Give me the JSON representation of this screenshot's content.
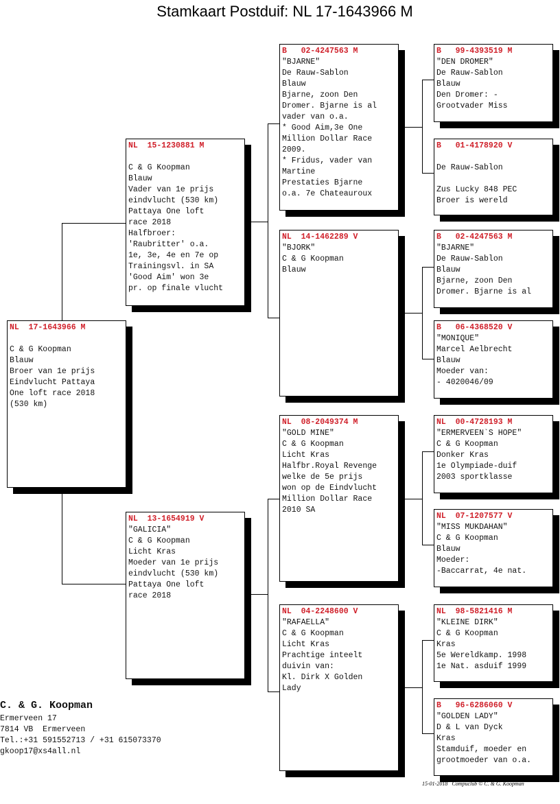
{
  "title": "Stamkaart Postduif: NL  17-1643966 M",
  "boxes": [
    {
      "id": "subject",
      "header": "NL  17-1643966 M",
      "lines": [
        "",
        "C & G Koopman",
        "Blauw",
        "Broer van 1e prijs",
        "Eindvlucht Pattaya",
        "One loft race 2018",
        "(530 km)"
      ]
    },
    {
      "id": "sire",
      "header": "NL  15-1230881 M",
      "lines": [
        "",
        "C & G Koopman",
        "Blauw",
        "Vader van 1e prijs",
        "eindvlucht (530 km)",
        "Pattaya One loft",
        "race 2018",
        "Halfbroer:",
        "'Raubritter' o.a.",
        "1e, 3e, 4e en 7e op",
        "Trainingsvl. in SA",
        "'Good Aim' won 3e",
        "pr. op finale vlucht"
      ]
    },
    {
      "id": "dam",
      "header": "NL  13-1654919 V",
      "lines": [
        "\"GALICIA\"",
        "C & G Koopman",
        "Licht Kras",
        "Moeder van 1e prijs",
        "eindvlucht (530 km)",
        "Pattaya One loft",
        "race 2018"
      ]
    },
    {
      "id": "sire-sire",
      "header": "B   02-4247563 M",
      "lines": [
        "\"BJARNE\"",
        "De Rauw-Sablon",
        "Blauw",
        "Bjarne, zoon Den",
        "Dromer. Bjarne is al",
        "vader van o.a.",
        "* Good Aim,3e One",
        "Million Dollar Race",
        "2009.",
        "* Fridus, vader van",
        "Martine",
        "Prestaties Bjarne",
        "o.a. 7e Chateauroux"
      ]
    },
    {
      "id": "sire-dam",
      "header": "NL  14-1462289 V",
      "lines": [
        "\"BJORK\"",
        "C & G Koopman",
        "Blauw"
      ]
    },
    {
      "id": "dam-sire",
      "header": "NL  08-2049374 M",
      "lines": [
        "\"GOLD MINE\"",
        "C & G Koopman",
        "Licht Kras",
        "Halfbr.Royal Revenge",
        "welke de 5e prijs",
        "won op de Eindvlucht",
        "Million Dollar Race",
        "2010 SA"
      ]
    },
    {
      "id": "dam-dam",
      "header": "NL  04-2248600 V",
      "lines": [
        "\"RAFAELLA\"",
        "C & G Koopman",
        "Licht Kras",
        "Prachtige inteelt",
        "duivin van:",
        "Kl. Dirk X Golden",
        "Lady"
      ]
    },
    {
      "id": "ss-sire",
      "header": "B   99-4393519 M",
      "lines": [
        "\"DEN DROMER\"",
        "De Rauw-Sablon",
        "Blauw",
        "Den Dromer: -",
        "Grootvader Miss"
      ]
    },
    {
      "id": "ss-dam",
      "header": "B   01-4178920 V",
      "lines": [
        "",
        "De Rauw-Sablon",
        "",
        "Zus Lucky 848 PEC",
        "Broer is wereld"
      ]
    },
    {
      "id": "sd-sire",
      "header": "B   02-4247563 M",
      "lines": [
        "\"BJARNE\"",
        "De Rauw-Sablon",
        "Blauw",
        "Bjarne, zoon Den",
        "Dromer. Bjarne is al"
      ]
    },
    {
      "id": "sd-dam",
      "header": "B   06-4368520 V",
      "lines": [
        "\"MONIQUE\"",
        "Marcel Aelbrecht",
        "Blauw",
        "Moeder van:",
        "- 4020046/09"
      ]
    },
    {
      "id": "ds-sire",
      "header": "NL  00-4728193 M",
      "lines": [
        "\"ERMERVEEN`S HOPE\"",
        "C & G Koopman",
        "Donker Kras",
        "1e Olympiade-duif",
        "2003 sportklasse"
      ]
    },
    {
      "id": "ds-dam",
      "header": "NL  07-1207577 V",
      "lines": [
        "\"MISS MUKDAHAN\"",
        "C & G Koopman",
        "Blauw",
        "Moeder:",
        "-Baccarrat, 4e nat."
      ]
    },
    {
      "id": "dd-sire",
      "header": "NL  98-5821416 M",
      "lines": [
        "\"KLEINE DIRK\"",
        "C & G Koopman",
        "Kras",
        "5e Wereldkamp. 1998",
        "1e Nat. asduif 1999"
      ]
    },
    {
      "id": "dd-dam",
      "header": "B   96-6286060 V",
      "lines": [
        "\"GOLDEN LADY\"",
        "D & L van Dyck",
        "Kras",
        "Stamduif, moeder en",
        "grootmoeder van o.a."
      ]
    }
  ],
  "owner": {
    "name": "C. & G. Koopman",
    "address": "Ermerveen 17",
    "city": "7814 VB  Ermerveen",
    "phone": "Tel.:+31 591552713 / +31 615073370",
    "email": "gkoop17@xs4all.nl"
  },
  "footer": "15-01-2018   Compuclub © C. & G. Koopman"
}
